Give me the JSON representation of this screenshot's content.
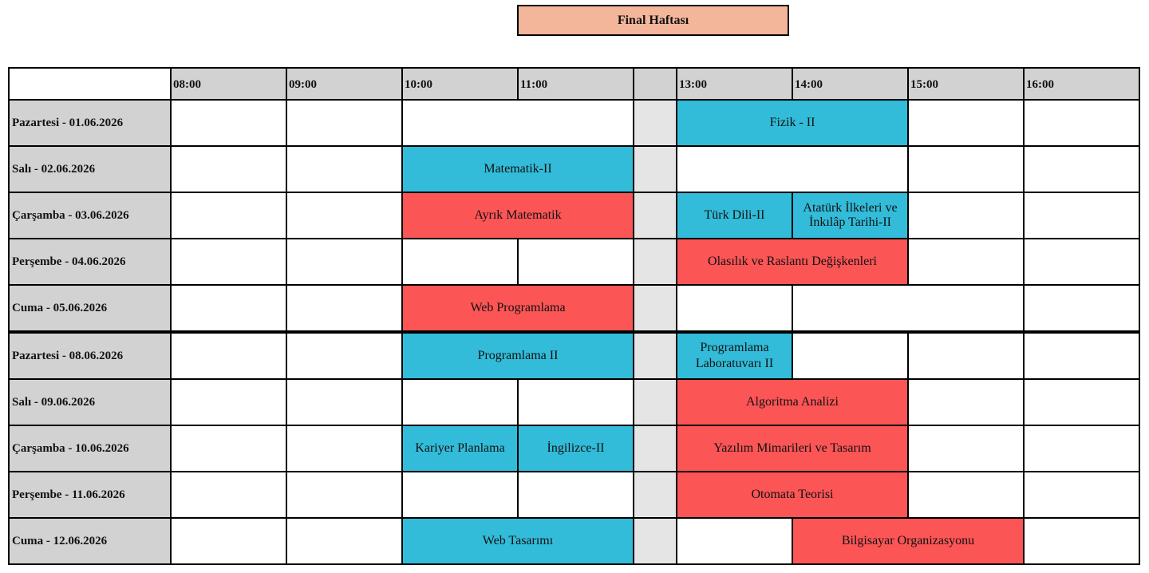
{
  "title": "Final Haftası",
  "times": [
    "08:00",
    "09:00",
    "10:00",
    "11:00",
    "",
    "13:00",
    "14:00",
    "15:00",
    "16:00"
  ],
  "days": [
    "Pazartesi - 01.06.2026",
    "Salı - 02.06.2026",
    "Çarşamba - 03.06.2026",
    "Perşembe - 04.06.2026",
    "Cuma - 05.06.2026",
    "Pazartesi - 08.06.2026",
    "Salı - 09.06.2026",
    "Çarşamba - 10.06.2026",
    "Perşembe - 11.06.2026",
    "Cuma - 12.06.2026"
  ],
  "exams": {
    "fizik2": "Fizik - II",
    "matematik2": "Matematik-II",
    "ayrik_matematik": "Ayrık Matematik",
    "turk_dili2": "Türk Dili-II",
    "ataturk_ilkeleri": "Atatürk İlkeleri ve İnkılâp Tarihi-II",
    "olasilik": "Olasılık ve Raslantı Değişkenleri",
    "web_programlama": "Web Programlama",
    "programlama2": "Programlama II",
    "programlama_lab2": "Programlama Laboratuvarı II",
    "algoritma_analizi": "Algoritma Analizi",
    "kariyer_planlama": "Kariyer Planlama",
    "ingilizce2": "İngilizce-II",
    "yazilim_mimarileri": "Yazılım Mimarileri ve Tasarım",
    "otomata_teorisi": "Otomata Teorisi",
    "web_tasarimi": "Web Tasarımı",
    "bilgisayar_organizasyonu": "Bilgisayar Organizasyonu"
  },
  "colors": {
    "header_bg": "#d3d2d3",
    "title_bg": "#f4b69a",
    "lunch_bg": "#e5e5e5",
    "blue_exam": "#32bcd9",
    "red_exam": "#fb5556"
  }
}
